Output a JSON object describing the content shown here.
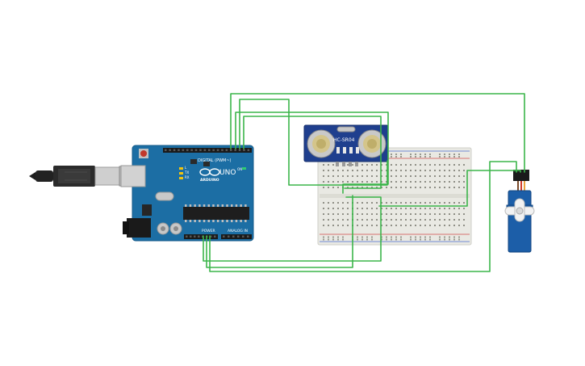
{
  "arduino": {
    "brand": "ARDUINO",
    "model": "UNO",
    "digital_header": "DIGITAL (PWM~)",
    "power_header": "POWER",
    "analog_header": "ANALOG IN",
    "tx": "TX",
    "rx": "RX",
    "l": "L",
    "on": "ON"
  },
  "sensor": {
    "model": "HC-SR04"
  },
  "colors": {
    "wire": "#3bb54a",
    "board": "#1c6ea4",
    "sensor_pcb": "#1f3f8e",
    "servo_body": "#1c5ea8",
    "breadboard": "#e9e9e3"
  }
}
